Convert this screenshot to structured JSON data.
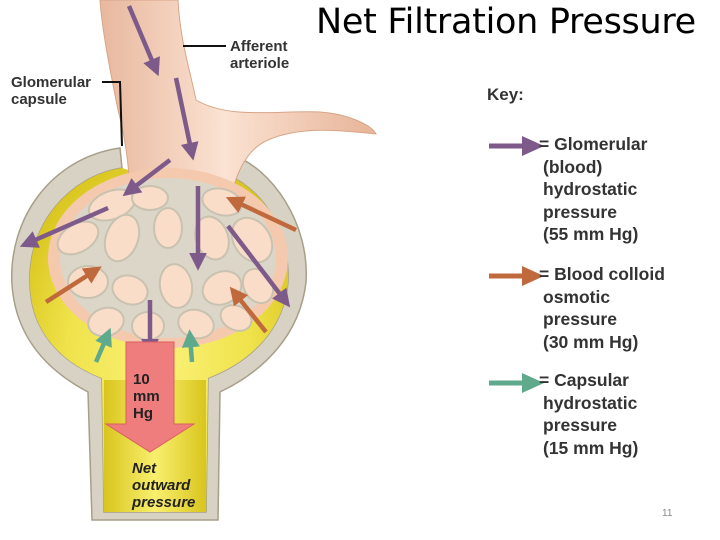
{
  "title": "Net Filtration Pressure",
  "labels": {
    "afferent_line1": "Afferent",
    "afferent_line2": "arteriole",
    "capsule_line1": "Glomerular",
    "capsule_line2": "capsule",
    "net_value_line1": "10",
    "net_value_line2": "mm",
    "net_value_line3": "Hg",
    "net_out_line1": "Net",
    "net_out_line2": "outward",
    "net_out_line3": "pressure"
  },
  "key": {
    "title": "Key:",
    "entries": [
      {
        "lines": [
          "= Glomerular",
          "(blood)",
          "hydrostatic",
          "pressure",
          "(55 mm Hg)"
        ],
        "color": "#7d5a8a"
      },
      {
        "lines": [
          "= Blood colloid",
          "osmotic",
          "pressure",
          "(30 mm Hg)"
        ],
        "color": "#c0693c"
      },
      {
        "lines": [
          "= Capsular",
          "hydrostatic",
          "pressure",
          "(15 mm Hg)"
        ],
        "color": "#5fa98c"
      }
    ]
  },
  "colors": {
    "glomerular_hydrostatic": "#7d5a8a",
    "blood_colloid_osmotic": "#c0693c",
    "capsular_hydrostatic": "#5fa98c",
    "net_arrow": "#ef7d7d",
    "capsule_fill": "#e9d400",
    "vessel": "#f5d0b8"
  },
  "page_number": "11"
}
